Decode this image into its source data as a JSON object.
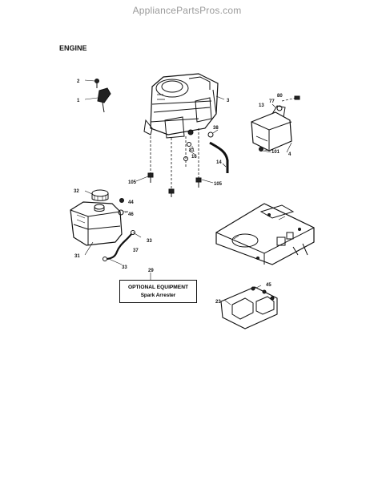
{
  "header": {
    "watermark": "AppliancePartsPros.com"
  },
  "section": {
    "title": "ENGINE"
  },
  "option_box": {
    "line1": "OPTIONAL EQUIPMENT",
    "line2": "Spark Arrester"
  },
  "callouts": {
    "c1": "1",
    "c2": "2",
    "c3": "3",
    "c4": "4",
    "c13": "13",
    "c14": "14",
    "c16": "16",
    "c23": "23",
    "c29": "29",
    "c31": "31",
    "c32": "32",
    "c33a": "33",
    "c33b": "33",
    "c37": "37",
    "c38": "38",
    "c44": "44",
    "c45": "45",
    "c46": "46",
    "c77": "77",
    "c80": "80",
    "c81": "81",
    "c101": "101",
    "c105a": "105",
    "c105b": "105"
  }
}
